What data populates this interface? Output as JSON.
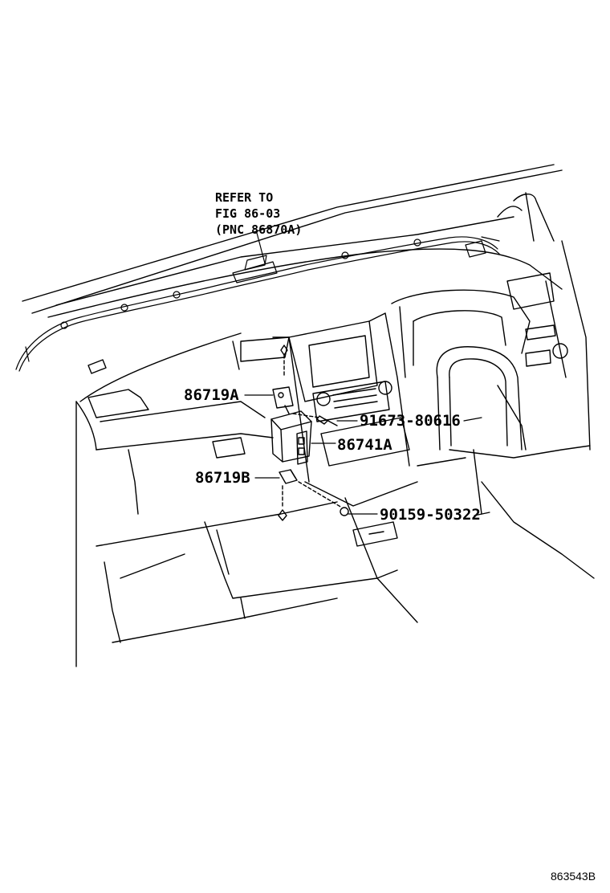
{
  "reference_note": {
    "line1": "REFER TO",
    "line2": "FIG 86-03",
    "line3": "(PNC 86870A)"
  },
  "parts": {
    "p86719A": "86719A",
    "p91673": "91673-80616",
    "p86741A": "86741A",
    "p86719B": "86719B",
    "p90159": "90159-50322"
  },
  "figure_id": "863543B"
}
